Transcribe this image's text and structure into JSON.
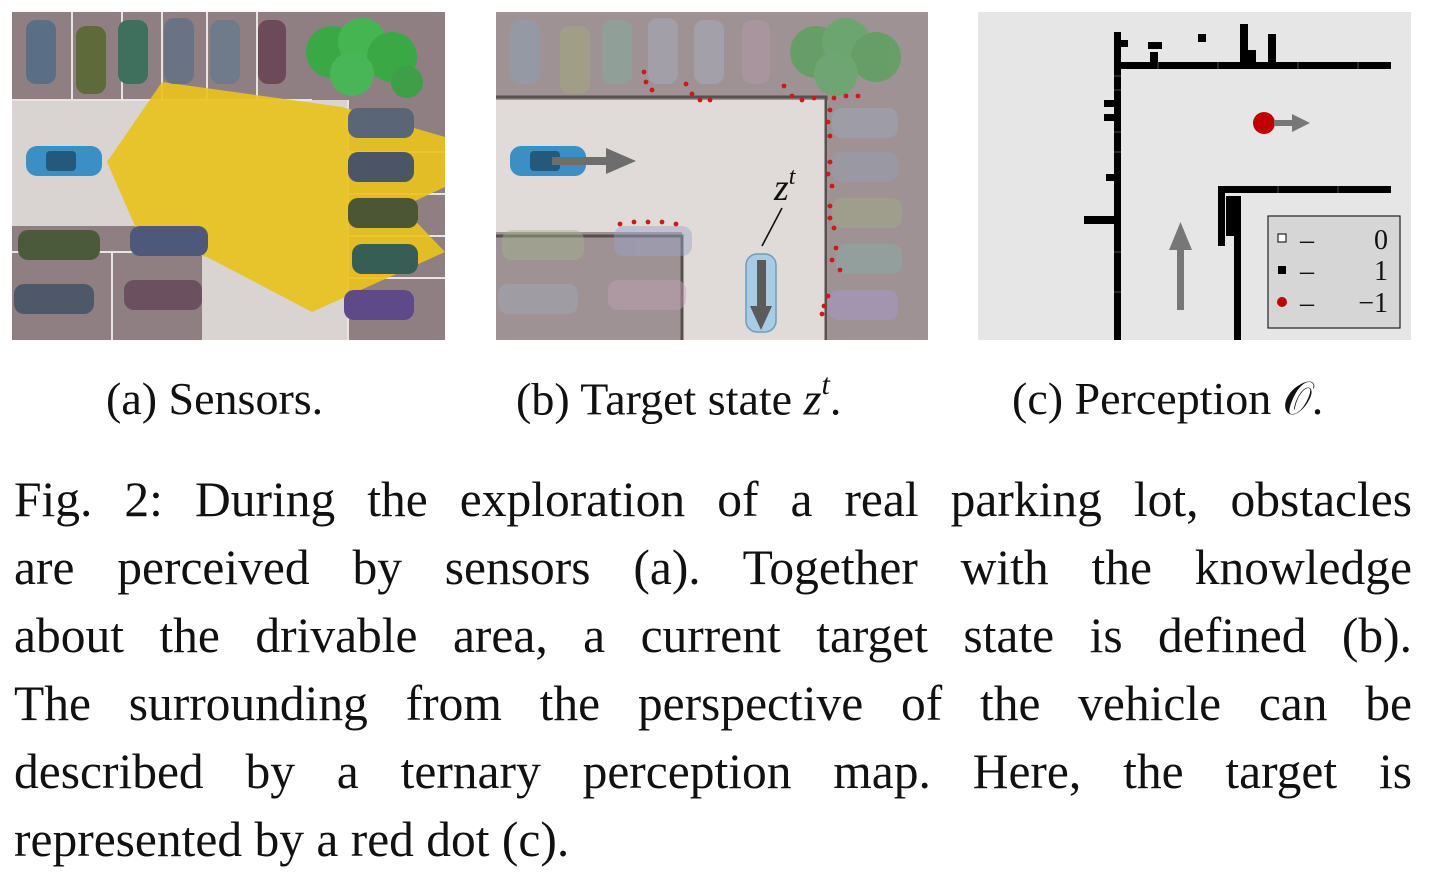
{
  "subcaptions": {
    "a": {
      "label": "(a) Sensors."
    },
    "b": {
      "label": "(b) Target state ",
      "math": "z",
      "sup": "t",
      "end": "."
    },
    "c": {
      "label": "(c) Perception ",
      "math": "𝒪",
      "end": "."
    }
  },
  "panel_b": {
    "target_label": "z",
    "target_label_sup": "t"
  },
  "legend": {
    "entries": [
      {
        "symbol": "empty-square",
        "dash": "–",
        "value": "0"
      },
      {
        "symbol": "black-square",
        "dash": "–",
        "value": "1"
      },
      {
        "symbol": "red-dot",
        "dash": "–",
        "value": "−1"
      }
    ]
  },
  "caption_lines": [
    "Fig. 2: During the exploration of a real parking lot, obstacles",
    "are perceived by sensors (a). Together with the knowledge",
    "about the drivable area, a current target state is defined (b).",
    "The surrounding from the perspective of the vehicle can be",
    "described by a ternary perception map. Here, the target is",
    "represented by a red dot (c)."
  ],
  "colors": {
    "asphalt": "#8f7f83",
    "road": "#d7d2d0",
    "sensor_cone": "#e9c21d",
    "ego_car": "#3b8fc4",
    "tree": "#3aa845",
    "target_dot": "#c00000",
    "map_background": "#e6e6e6"
  }
}
